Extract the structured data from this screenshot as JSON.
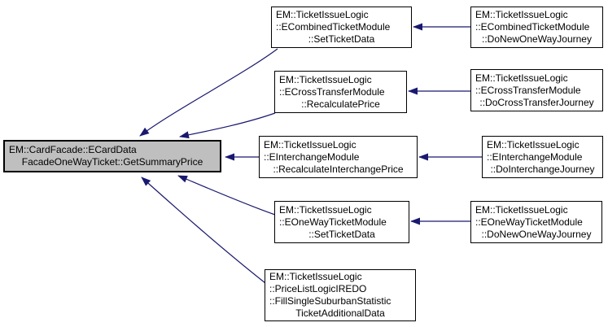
{
  "diagram": {
    "type": "doxygen-caller-graph",
    "colors": {
      "arrow": "#191970",
      "node_border": "#000000",
      "node_fill": "#ffffff",
      "highlight_fill": "#bfbfbf",
      "background": "#ffffff",
      "text": "#000000"
    },
    "nodes": {
      "main": {
        "lines": [
          "EM::CardFacade::ECardData",
          "FacadeOneWayTicket::GetSummaryPrice"
        ],
        "highlighted": true
      },
      "combined_set": {
        "lines": [
          "EM::TicketIssueLogic",
          "::ECombinedTicketModule",
          "::SetTicketData"
        ]
      },
      "combined_do": {
        "lines": [
          "EM::TicketIssueLogic",
          "::ECombinedTicketModule",
          "::DoNewOneWayJourney"
        ]
      },
      "cross_recalc": {
        "lines": [
          "EM::TicketIssueLogic",
          "::ECrossTransferModule",
          "::RecalculatePrice"
        ]
      },
      "cross_do": {
        "lines": [
          "EM::TicketIssueLogic",
          "::ECrossTransferModule",
          "::DoCrossTransferJourney"
        ]
      },
      "inter_recalc": {
        "lines": [
          "EM::TicketIssueLogic",
          "::EInterchangeModule",
          "::RecalculateInterchangePrice"
        ]
      },
      "inter_do": {
        "lines": [
          "EM::TicketIssueLogic",
          "::EInterchangeModule",
          "::DoInterchangeJourney"
        ]
      },
      "oneway_set": {
        "lines": [
          "EM::TicketIssueLogic",
          "::EOneWayTicketModule",
          "::SetTicketData"
        ]
      },
      "oneway_do": {
        "lines": [
          "EM::TicketIssueLogic",
          "::EOneWayTicketModule",
          "::DoNewOneWayJourney"
        ]
      },
      "pricelist_fill": {
        "lines": [
          "EM::TicketIssueLogic",
          "::PriceListLogicIREDO",
          "::FillSingleSuburbanStatistic",
          "TicketAdditionalData"
        ]
      }
    },
    "edges": [
      {
        "from": "combined_set",
        "to": "main"
      },
      {
        "from": "cross_recalc",
        "to": "main"
      },
      {
        "from": "inter_recalc",
        "to": "main"
      },
      {
        "from": "oneway_set",
        "to": "main"
      },
      {
        "from": "pricelist_fill",
        "to": "main"
      },
      {
        "from": "combined_do",
        "to": "combined_set"
      },
      {
        "from": "cross_do",
        "to": "cross_recalc"
      },
      {
        "from": "inter_do",
        "to": "inter_recalc"
      },
      {
        "from": "oneway_do",
        "to": "oneway_set"
      }
    ]
  }
}
